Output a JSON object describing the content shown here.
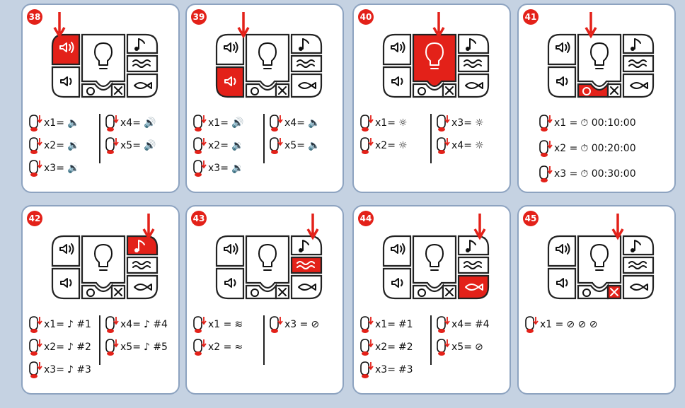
{
  "panels": [
    {
      "num": "38",
      "rows": [
        {
          "mult": "x1=",
          "result": "🔈"
        },
        {
          "mult": "x2=",
          "result": "🔉"
        },
        {
          "mult": "x3=",
          "result": "🔉"
        },
        {
          "mult": "x4=",
          "result": "🔊"
        },
        {
          "mult": "x5=",
          "result": "🔊"
        }
      ]
    },
    {
      "num": "39",
      "rows": [
        {
          "mult": "x1=",
          "result": "🔊"
        },
        {
          "mult": "x2=",
          "result": "🔉"
        },
        {
          "mult": "x3=",
          "result": "🔉"
        },
        {
          "mult": "x4=",
          "result": "🔈"
        },
        {
          "mult": "x5=",
          "result": "🔈"
        }
      ]
    },
    {
      "num": "40",
      "rows": [
        {
          "mult": "x1=",
          "result": "☼"
        },
        {
          "mult": "x2=",
          "result": "☼"
        },
        {
          "mult": "x3=",
          "result": "☼"
        },
        {
          "mult": "x4=",
          "result": "☼"
        }
      ]
    },
    {
      "num": "41",
      "rows": [
        {
          "mult": "x1 =",
          "result": "⏱ 00:10:00"
        },
        {
          "mult": "x2 =",
          "result": "⏱  00:20:00"
        },
        {
          "mult": "x3 =",
          "result": "⏱ 00:30:00"
        }
      ]
    },
    {
      "num": "42",
      "rows": [
        {
          "mult": "x1=",
          "result": "♪ #1"
        },
        {
          "mult": "x2=",
          "result": "♪ #2"
        },
        {
          "mult": "x3=",
          "result": "♪ #3"
        },
        {
          "mult": "x4=",
          "result": "♪ #4"
        },
        {
          "mult": "x5=",
          "result": "♪ #5"
        }
      ]
    },
    {
      "num": "43",
      "rows": [
        {
          "mult": "x1 =",
          "result": "≋"
        },
        {
          "mult": "x2 =",
          "result": "≈"
        },
        {
          "mult": "x3 =",
          "result": "⊘"
        }
      ]
    },
    {
      "num": "44",
      "rows": [
        {
          "mult": "x1=",
          "result": "#1"
        },
        {
          "mult": "x2=",
          "result": "#2"
        },
        {
          "mult": "x3=",
          "result": "#3"
        },
        {
          "mult": "x4=",
          "result": "#4"
        },
        {
          "mult": "x5=",
          "result": "⊘"
        }
      ]
    },
    {
      "num": "45",
      "rows": [
        {
          "mult": "x1 =",
          "result": "⊘ ⊘ ⊘"
        }
      ]
    }
  ],
  "colors": {
    "accent": "#e32119",
    "frame": "#8da3c0",
    "background": "#c5d2e2"
  }
}
